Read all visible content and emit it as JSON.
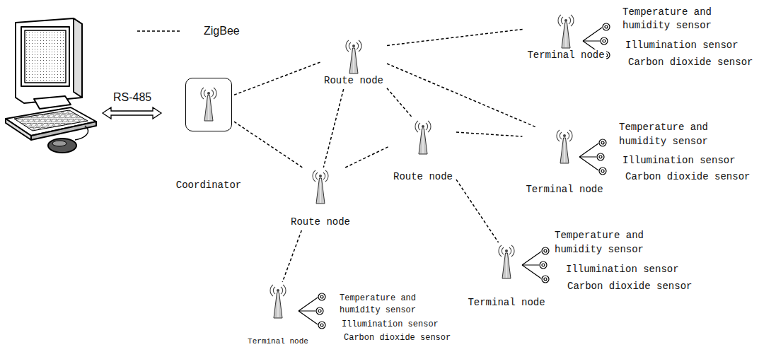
{
  "diagram": {
    "nodes": [
      {
        "text": [
          "Coordinator"
        ]
      },
      {
        "text": [
          "Route node"
        ]
      },
      {
        "text": [
          "Route node"
        ]
      },
      {
        "text": [
          "Route node"
        ]
      },
      {
        "text": [
          "Terminal node"
        ]
      },
      {
        "text": [
          "Terminal node"
        ]
      },
      {
        "text": [
          "Terminal node"
        ]
      },
      {
        "text": [
          "Terminal node"
        ]
      }
    ],
    "edges": [
      {
        "from": 0,
        "to": 1,
        "arrow": "none"
      },
      {
        "from": 0,
        "to": 2,
        "arrow": "none"
      },
      {
        "from": 1,
        "to": 4,
        "arrow": "none"
      },
      {
        "from": 1,
        "to": 5,
        "arrow": "none"
      },
      {
        "from": 1,
        "to": 3,
        "arrow": "none"
      },
      {
        "from": 1,
        "to": 2,
        "arrow": "none"
      },
      {
        "from": 3,
        "to": 5,
        "arrow": "none"
      },
      {
        "from": 3,
        "to": 6,
        "arrow": "none"
      },
      {
        "from": 2,
        "to": 3,
        "arrow": "none"
      },
      {
        "from": 2,
        "to": 7,
        "arrow": "none"
      }
    ],
    "labels": [
      "RS-485",
      "Temperature and humidity sensor",
      "Illumination sensor",
      "Carbon dioxide sensor",
      "Temperature and humidity sensor",
      "Illumination sensor",
      "Carbon dioxide sensor",
      "Temperature and humidity sensor",
      "Illumination sensor",
      "Carbon dioxide sensor",
      "Temperature and humidity sensor",
      "Illumination sensor",
      "Carbon dioxide sensor"
    ],
    "legend": [
      {
        "text": "ZigBee"
      }
    ]
  }
}
